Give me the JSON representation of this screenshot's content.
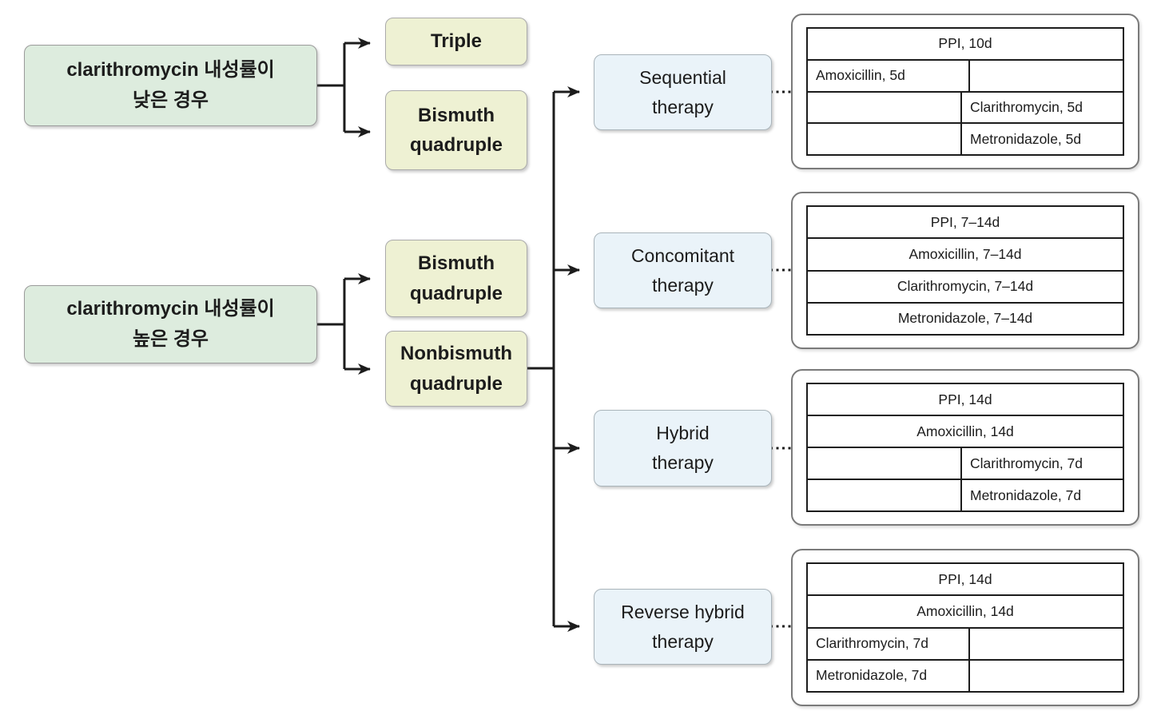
{
  "palette": {
    "condition_fill": "#ddecde",
    "regimen_fill": "#eef1d3",
    "therapy_fill": "#eaf3f9",
    "line_color": "#1c1c1c",
    "card_border": "#7a7a7a"
  },
  "flowchart": {
    "condition_nodes": [
      {
        "line1": "clarithromycin 내성률이",
        "line2": "낮은 경우"
      },
      {
        "line1": "clarithromycin 내성률이",
        "line2": "높은 경우"
      }
    ],
    "regimen_nodes": [
      {
        "label": "Triple"
      },
      {
        "label": "Bismuth quadruple"
      },
      {
        "label": "Bismuth quadruple"
      },
      {
        "label": "Nonbismuth quadruple"
      }
    ],
    "therapy_nodes": [
      {
        "line1": "Sequential",
        "line2": "therapy"
      },
      {
        "line1": "Concomitant",
        "line2": "therapy"
      },
      {
        "line1": "Hybrid",
        "line2": "therapy"
      },
      {
        "line1": "Reverse hybrid",
        "line2": "therapy"
      }
    ],
    "tables": [
      {
        "therapy": "Sequential therapy",
        "rows": [
          {
            "span": "full",
            "text": "PPI, 10d"
          },
          {
            "span": "left",
            "text": "Amoxicillin, 5d"
          },
          {
            "span": "right",
            "text": "Clarithromycin, 5d"
          },
          {
            "span": "right",
            "text": "Metronidazole, 5d"
          }
        ]
      },
      {
        "therapy": "Concomitant therapy",
        "rows": [
          {
            "span": "full",
            "text": "PPI, 7–14d"
          },
          {
            "span": "full",
            "text": "Amoxicillin, 7–14d"
          },
          {
            "span": "full",
            "text": "Clarithromycin, 7–14d"
          },
          {
            "span": "full",
            "text": "Metronidazole, 7–14d"
          }
        ]
      },
      {
        "therapy": "Hybrid therapy",
        "rows": [
          {
            "span": "full",
            "text": "PPI, 14d"
          },
          {
            "span": "full",
            "text": "Amoxicillin, 14d"
          },
          {
            "span": "right",
            "text": "Clarithromycin, 7d"
          },
          {
            "span": "right",
            "text": "Metronidazole, 7d"
          }
        ]
      },
      {
        "therapy": "Reverse hybrid therapy",
        "rows": [
          {
            "span": "full",
            "text": "PPI, 14d"
          },
          {
            "span": "full",
            "text": "Amoxicillin, 14d"
          },
          {
            "span": "left",
            "text": "Clarithromycin, 7d"
          },
          {
            "span": "left",
            "text": "Metronidazole, 7d"
          }
        ]
      }
    ]
  }
}
